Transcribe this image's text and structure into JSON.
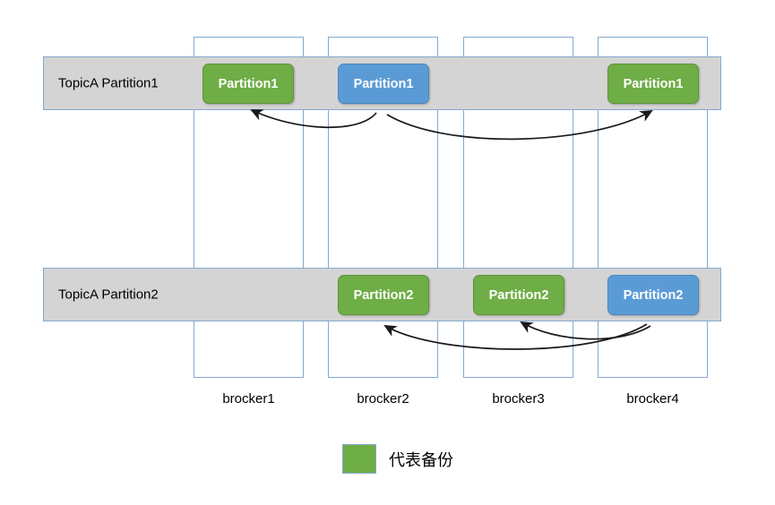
{
  "diagram": {
    "title_present": false,
    "colors": {
      "leader_replica_green": "#6FAD46",
      "primary_blue": "#5B9BD5",
      "band_gray": "#D4D4D4",
      "column_border_blue": "#86A9CE"
    },
    "rows": [
      {
        "label": "TopicA  Partition1",
        "cells": [
          {
            "broker": "brocker1",
            "box": "Partition1",
            "color": "green"
          },
          {
            "broker": "brocker2",
            "box": "Partition1",
            "color": "blue"
          },
          {
            "broker": "brocker3",
            "box": null,
            "color": null
          },
          {
            "broker": "brocker4",
            "box": "Partition1",
            "color": "green"
          }
        ]
      },
      {
        "label": "TopicA  Partition2",
        "cells": [
          {
            "broker": "brocker1",
            "box": null,
            "color": null
          },
          {
            "broker": "brocker2",
            "box": "Partition2",
            "color": "green"
          },
          {
            "broker": "brocker3",
            "box": "Partition2",
            "color": "green"
          },
          {
            "broker": "brocker4",
            "box": "Partition2",
            "color": "blue"
          }
        ]
      }
    ],
    "brokers": [
      {
        "label": "brocker1"
      },
      {
        "label": "brocker2"
      },
      {
        "label": "brocker3"
      },
      {
        "label": "brocker4"
      }
    ],
    "arrows": [
      {
        "from": "brocker2-partition1-blue",
        "to": "brocker1-partition1-green"
      },
      {
        "from": "brocker2-partition1-blue",
        "to": "brocker4-partition1-green"
      },
      {
        "from": "brocker4-partition2-blue",
        "to": "brocker2-partition2-green"
      },
      {
        "from": "brocker4-partition2-blue",
        "to": "brocker3-partition2-green"
      }
    ],
    "legend": {
      "swatch_color": "#6FAD46",
      "text": "代表备份"
    }
  }
}
